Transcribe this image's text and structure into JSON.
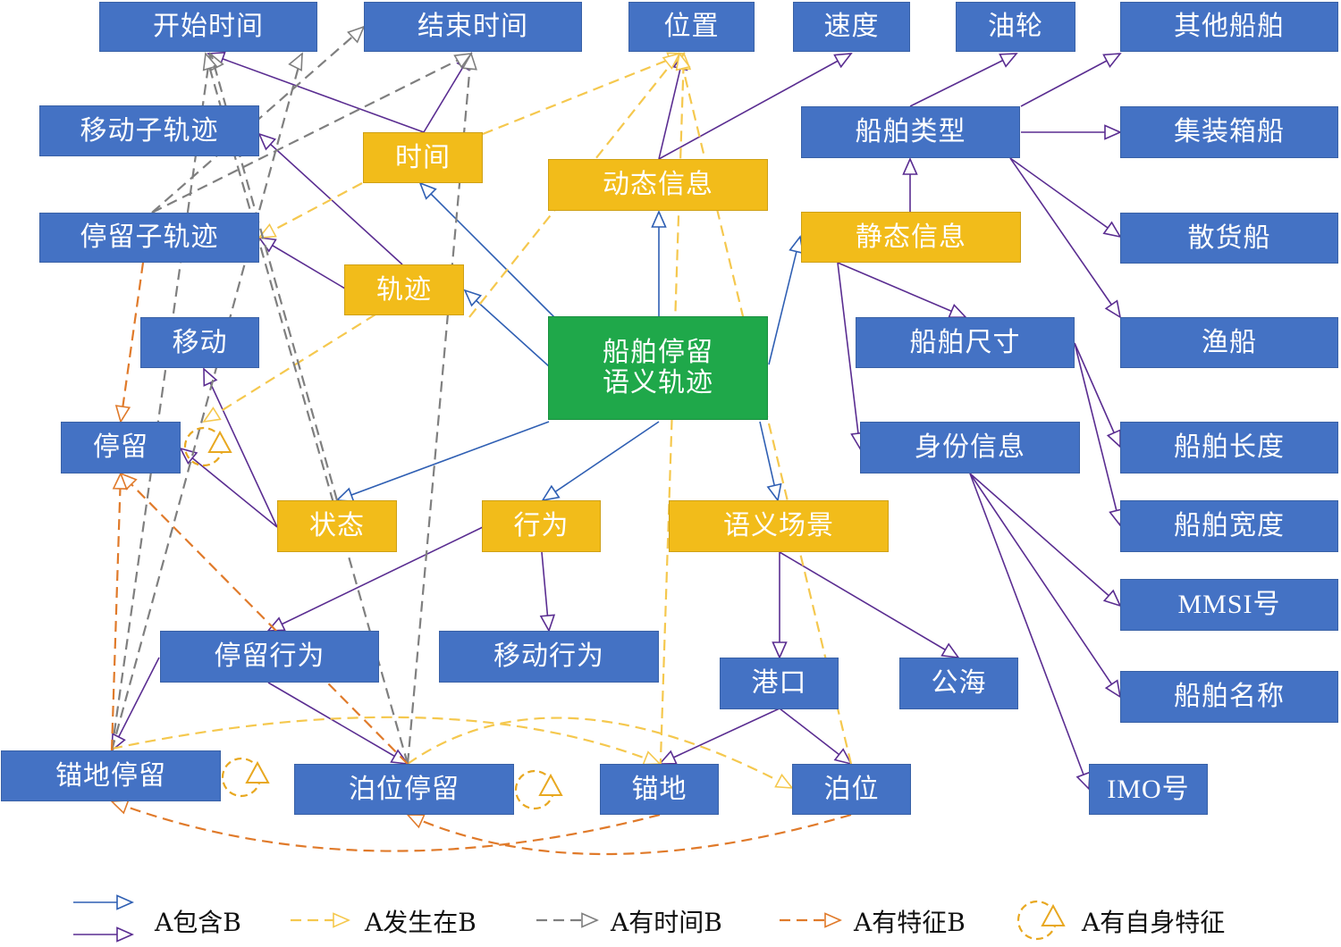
{
  "colors": {
    "blue_node": "#4472c4",
    "yellow_node": "#f2bc1a",
    "green_node": "#1fa84a",
    "contains_blue": "#2f5fb3",
    "contains_purple": "#5a2d91",
    "occurs_in": "#f5c84e",
    "has_time": "#7f7f7f",
    "has_feature": "#e07a2a",
    "self_feature": "#e8a820"
  },
  "nodes": {
    "start_time": "开始时间",
    "end_time": "结束时间",
    "position": "位置",
    "speed": "速度",
    "tanker": "油轮",
    "other_ship": "其他船舶",
    "moving_subtrajectory": "移动子轨迹",
    "time": "时间",
    "dynamic_info": "动态信息",
    "ship_type": "船舶类型",
    "container_ship": "集装箱船",
    "stopping_subtrajectory": "停留子轨迹",
    "static_info": "静态信息",
    "bulk_carrier": "散货船",
    "trajectory": "轨迹",
    "core": "船舶停留\n语义轨迹",
    "moving": "移动",
    "ship_size": "船舶尺寸",
    "fishing_boat": "渔船",
    "stopping": "停留",
    "identity_info": "身份信息",
    "ship_length": "船舶长度",
    "state": "状态",
    "behavior": "行为",
    "semantic_scene": "语义场景",
    "ship_width": "船舶宽度",
    "mmsi": "MMSI号",
    "stopping_behavior": "停留行为",
    "moving_behavior": "移动行为",
    "port": "港口",
    "high_sea": "公海",
    "ship_name": "船舶名称",
    "anchorage_stop": "锚地停留",
    "berth_stop": "泊位停留",
    "anchorage": "锚地",
    "berth": "泊位",
    "imo": "IMO号"
  },
  "legend": {
    "contains": "A包含B",
    "occurs_in": "A发生在B",
    "has_time": "A有时间B",
    "has_feature": "A有特征B",
    "self_feature": "A有自身特征"
  }
}
